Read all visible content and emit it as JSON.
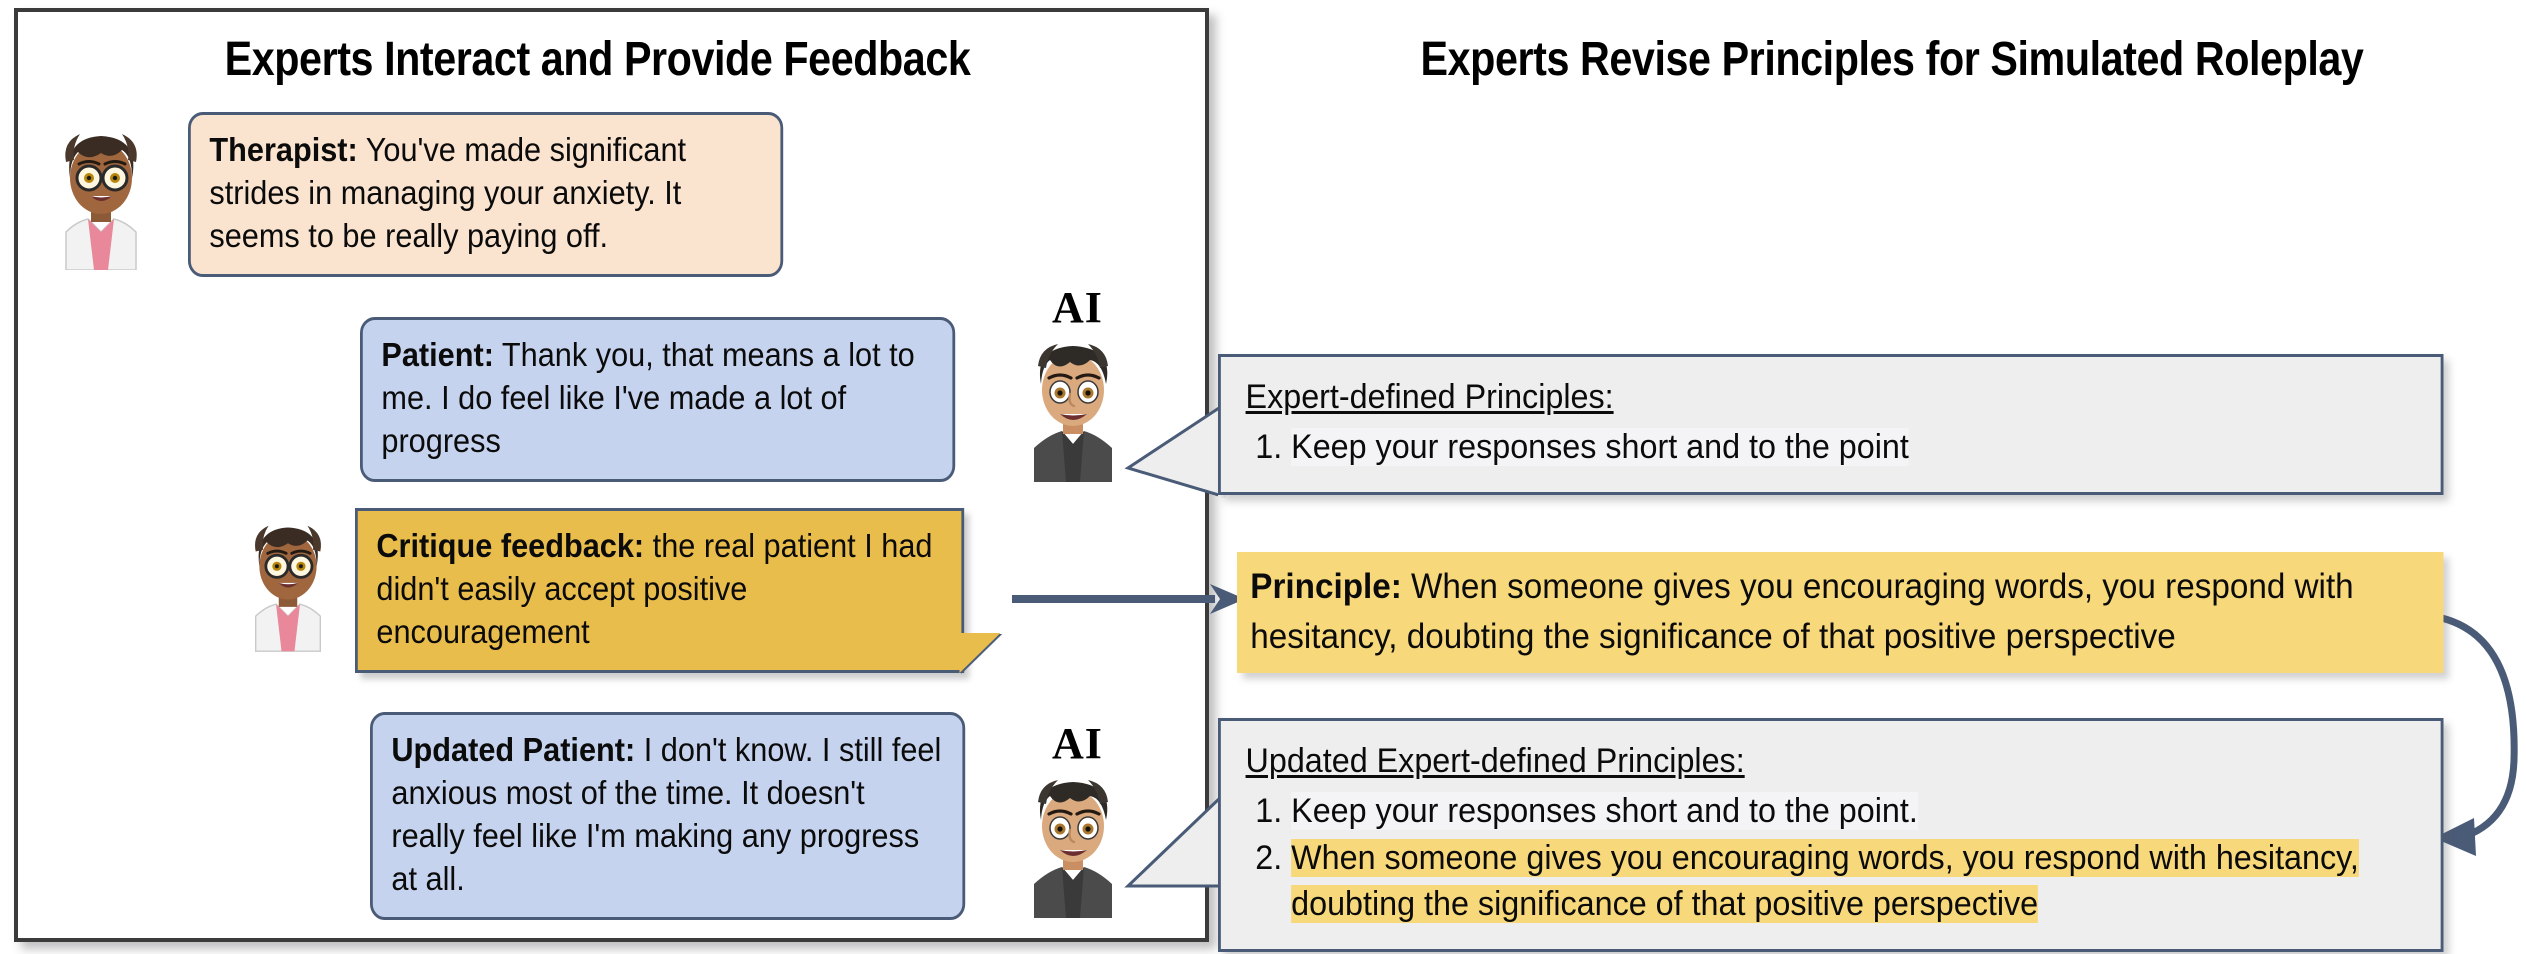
{
  "figure": {
    "left_panel_title": "Experts Interact and Provide Feedback",
    "right_panel_title": "Experts Revise Principles for Simulated Roleplay"
  },
  "conversation": {
    "messages": [
      {
        "speaker": "Therapist:",
        "text": " You've made significant strides in managing your anxiety. It seems to be really paying off.",
        "style": "peach",
        "avatar": "therapist-avatar"
      },
      {
        "speaker": "Patient:",
        "text": " Thank you, that means a lot to me. I do feel like I've made a lot of progress",
        "style": "blue",
        "avatar": "ai-avatar"
      },
      {
        "speaker": "Critique feedback:",
        "text": " the real patient I had didn't easily accept positive encouragement",
        "style": "gold",
        "avatar": "therapist-avatar"
      },
      {
        "speaker": "Updated Patient:",
        "text": " I don't know. I still feel anxious most of the time. It doesn't really feel like I'm making any progress at all.",
        "style": "blue",
        "avatar": "ai-avatar"
      }
    ],
    "ai_label_top": "AI",
    "ai_label_bottom": "AI"
  },
  "principles": {
    "expert_defined": {
      "heading": "Expert-defined Principles:",
      "items": [
        "Keep your responses short and to the point"
      ]
    },
    "principle_bar": {
      "label": "Principle:",
      "text": " When someone gives you encouraging words, you respond with hesitancy, doubting the significance of that positive perspective"
    },
    "updated_expert_defined": {
      "heading": "Updated Expert-defined Principles:",
      "items": [
        "Keep your responses short and to the point.",
        "When someone gives you encouraging words, you respond with hesitancy, doubting the significance of that positive perspective"
      ]
    }
  },
  "colors": {
    "peach_bubble": "#fae3cf",
    "blue_bubble": "#c6d3ee",
    "gold_bubble": "#e9bd4b",
    "gold_highlight": "#f7d87b",
    "grey_box": "#eeeeee",
    "border_slate": "#4a5b78",
    "arrow_slate": "#4a5b78",
    "panel_border": "#3b3b3b"
  }
}
